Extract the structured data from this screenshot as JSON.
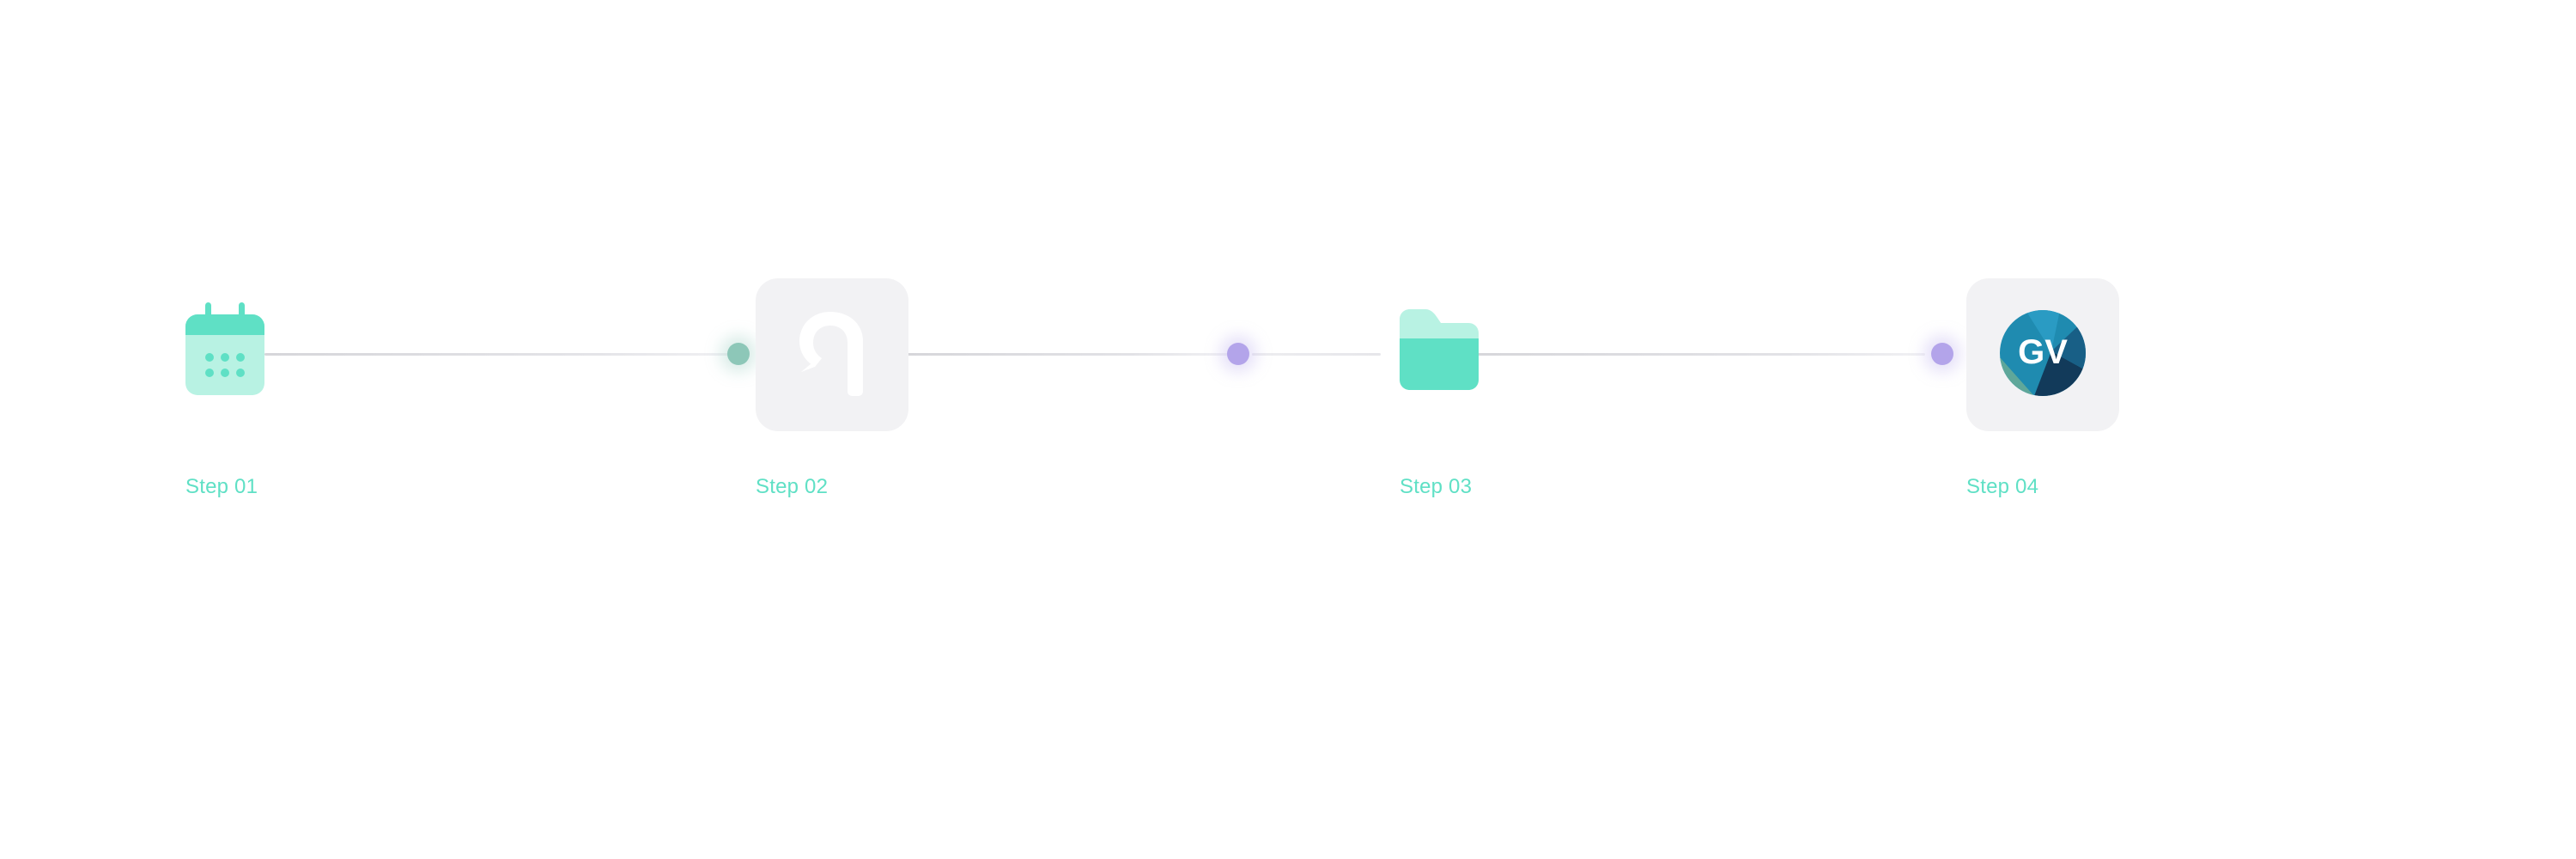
{
  "steps": [
    {
      "label": "Step 01",
      "icon": "calendar-icon"
    },
    {
      "label": "Step 02",
      "icon": "quip-logo-icon"
    },
    {
      "label": "Step 03",
      "icon": "folder-icon"
    },
    {
      "label": "Step 04",
      "icon": "gv-logo-icon"
    }
  ],
  "gv_logo": {
    "text": "GV"
  },
  "colors": {
    "accent": "#5fe0c5",
    "accent_light": "#b8f2e3",
    "dot_teal": "#8dc7b8",
    "dot_purple": "#b3a4ea",
    "tile_bg": "#f2f2f4",
    "gv_blue": "#1f8bb0",
    "gv_dark": "#123a5a"
  }
}
